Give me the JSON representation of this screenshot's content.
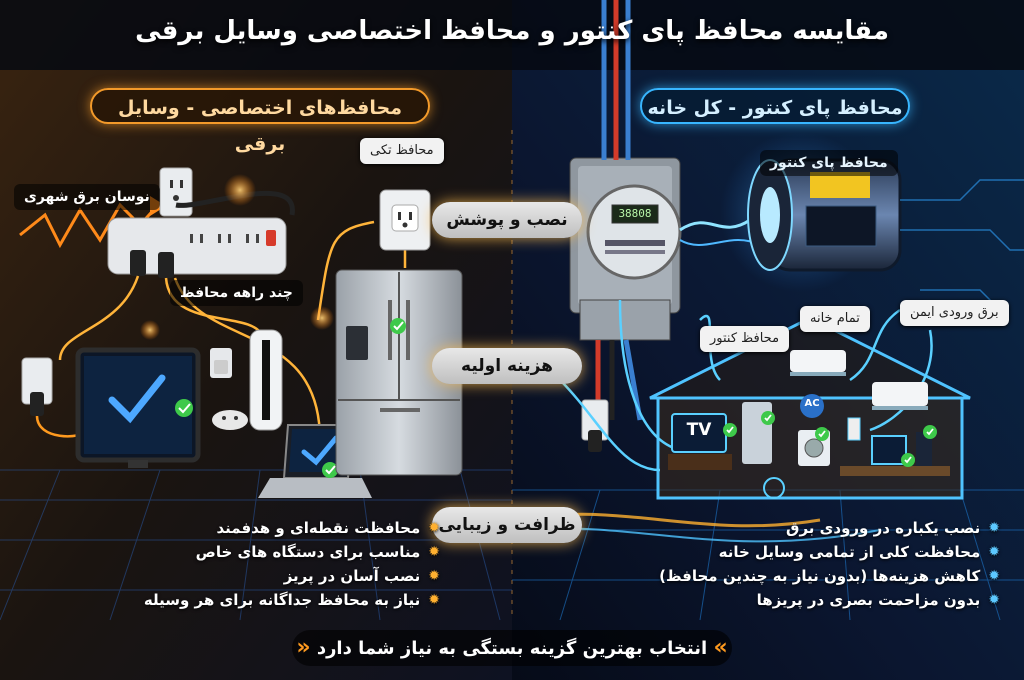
{
  "title": "مقایسه محافظ پای کنتور و محافظ اختصاصی وسایل برقی",
  "left_panel": {
    "heading": "محافظ‌های اختصاصی - وسایل برقی",
    "labels": {
      "single_protector": "محافظ تکی",
      "city_power_fluctuation": "نوسان برق شهری",
      "multi_outlet": "چند راهه محافظ"
    },
    "features": [
      "محافظت نقطه‌ای و هدفمند",
      "مناسب برای دستگاه های خاص",
      "نصب آسان در پریز",
      "نیاز به محافظ جداگانه برای هر وسیله"
    ]
  },
  "right_panel": {
    "heading": "محافظ پای کنتور - کل خانه",
    "labels": {
      "meter_protector": "محافظ پای کنتور",
      "safe_input": "برق ورودی ایمن",
      "whole_house": "تمام خانه",
      "meter_protector_small": "محافظ کنتور",
      "tv": "TV",
      "ac": "AC"
    },
    "features": [
      "نصب یکباره در ورودی برق",
      "محافظت کلی از تمامی وسایل خانه",
      "کاهش هزینه‌ها (بدون نیاز به چندین محافظ)",
      "بدون مزاحمت بصری در پریزها"
    ]
  },
  "center_labels": [
    "نصب و پوشش",
    "هزینه اولیه",
    "ظرافت و زیبایی"
  ],
  "meter_display": "38808",
  "footer": "انتخاب بهترین گزینه بستگی به نیاز شما دارد",
  "colors": {
    "left_accent": "#f39a2a",
    "right_accent": "#38b6ff",
    "check": "#3ec94a"
  }
}
